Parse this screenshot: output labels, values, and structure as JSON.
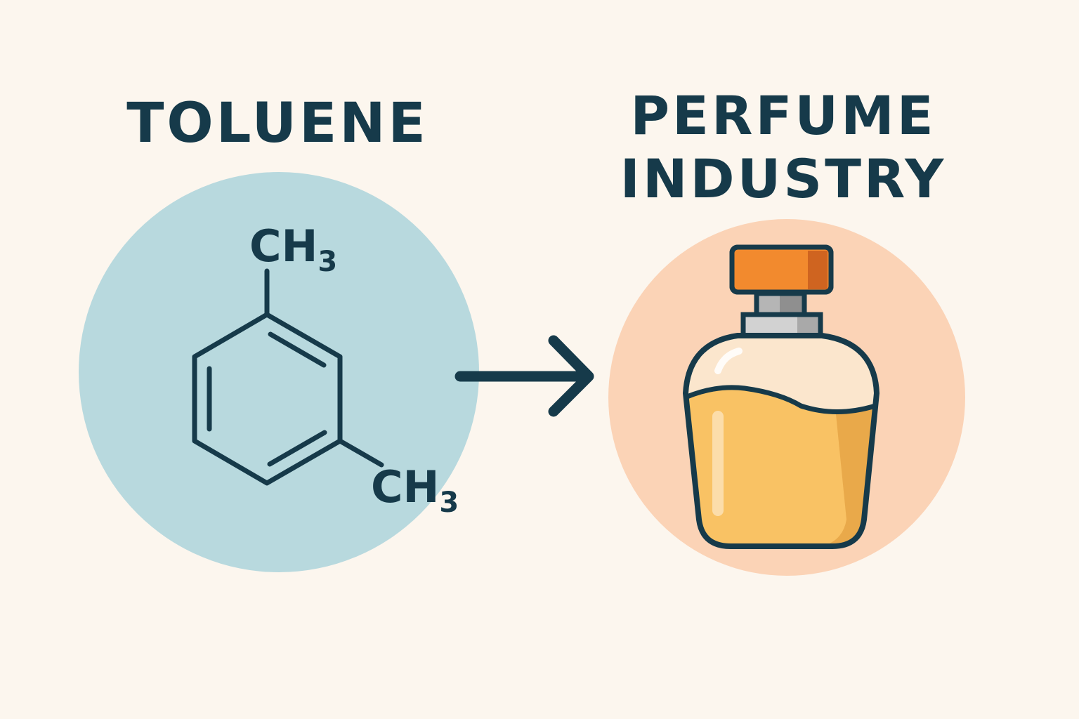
{
  "left": {
    "title": "TOLUENE",
    "substituents": {
      "top": {
        "main": "CH",
        "sub": "3"
      },
      "bottom": {
        "main": "CH",
        "sub": "3"
      }
    },
    "circle_color": "#b8d9de"
  },
  "right": {
    "title_line1": "PERFUME",
    "title_line2": "INDUSTRY",
    "circle_color": "#fbd3b6"
  },
  "colors": {
    "background": "#fcf6ee",
    "ink": "#163a4a",
    "cap": "#f28a2e",
    "liquid": "#f9c264"
  },
  "icons": {
    "molecule": "benzene-ring-structure",
    "arrow": "right-arrow-icon",
    "bottle": "perfume-bottle-icon"
  }
}
